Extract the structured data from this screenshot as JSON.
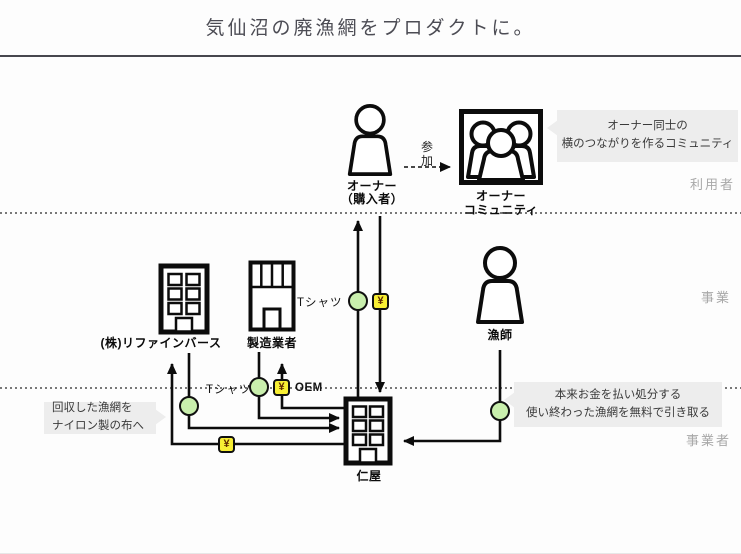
{
  "title": "気仙沼の廃漁網をプロダクトに。",
  "zones": {
    "users": "利用者",
    "business": "事業",
    "operators": "事業者"
  },
  "nodes": {
    "owner": {
      "label": "オーナー",
      "sublabel": "（購入者）"
    },
    "community": {
      "line1": "オーナー",
      "line2": "コミュニティ"
    },
    "refinverse": {
      "label": "(株)リファインバース"
    },
    "manufacturer": {
      "label": "製造業者"
    },
    "fisherman": {
      "label": "漁師"
    },
    "niya": {
      "label": "仁屋"
    }
  },
  "flows": {
    "join": "参加",
    "tshirt_upper": "Tシャツ",
    "tshirt_lower": "Tシャツ",
    "oem": "OEM",
    "yen": "¥"
  },
  "callouts": {
    "community_note": {
      "line1": "オーナー同士の",
      "line2": "横のつながりを作るコミュニティ"
    },
    "recycle_note": {
      "line1": "回収した漁網を",
      "line2": "ナイロン製の布へ"
    },
    "pickup_note": {
      "line1": "本来お金を払い処分する",
      "line2": "使い終わった漁網を無料で引き取る"
    }
  },
  "icons": {
    "owner": "person-icon",
    "community": "people-group-icon",
    "refinverse": "office-building-icon",
    "manufacturer": "factory-building-icon",
    "fisherman": "person-icon",
    "niya": "office-building-icon",
    "goods_marker": "goods-circle-badge",
    "money_marker": "yen-money-badge"
  },
  "colors": {
    "goods_badge": "#c9efad",
    "money_badge": "#f8ef34",
    "money_symbol": "#5f2a00",
    "line": "#0c0c0c",
    "zone_label": "#a8a8a8",
    "callout_bg": "#ededed",
    "title_text": "#4c4c54"
  }
}
